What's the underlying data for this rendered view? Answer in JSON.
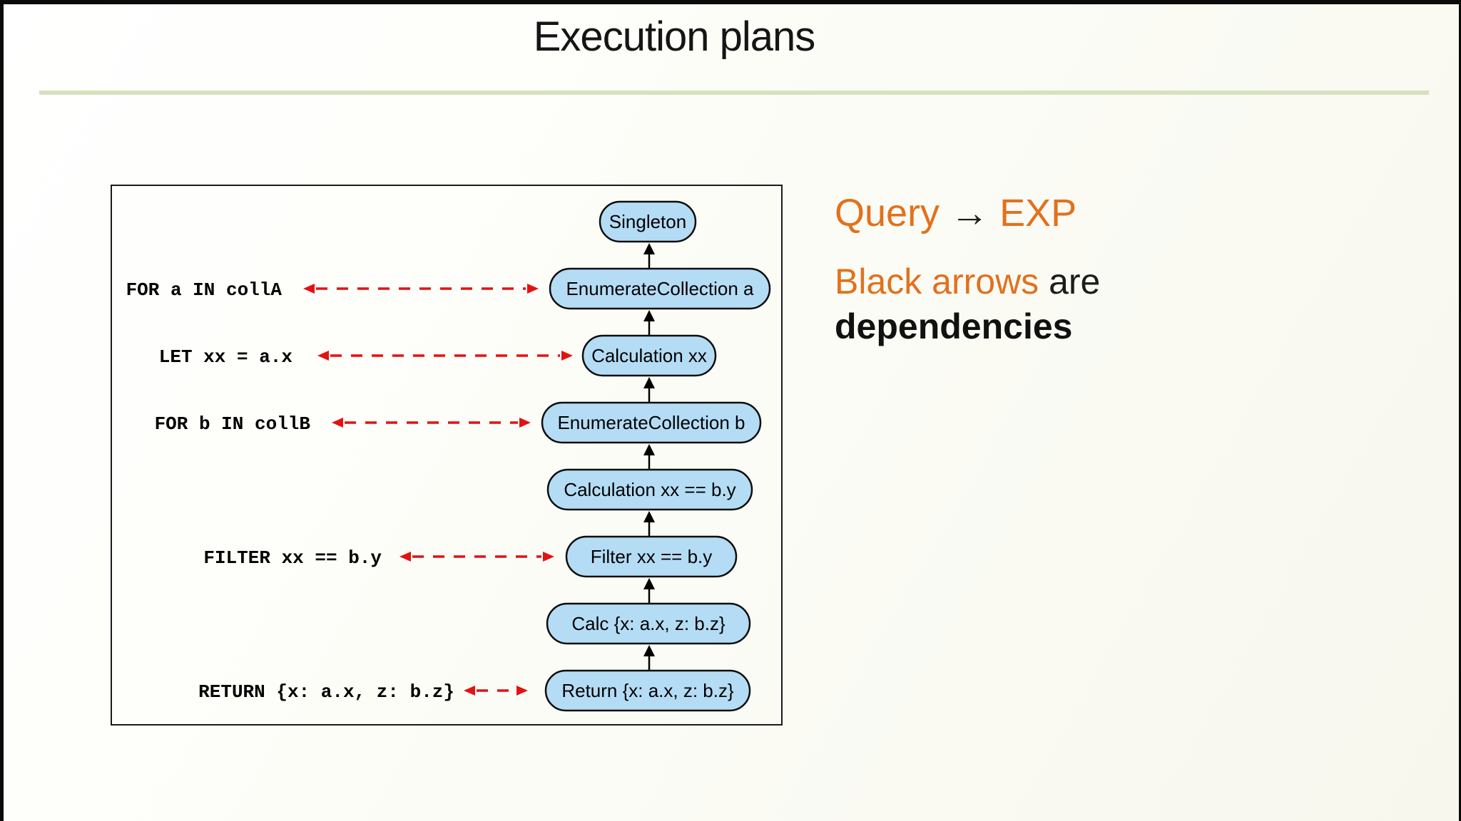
{
  "slide": {
    "title": "Execution plans",
    "background_color": "#fbfbf5",
    "border_color": "#0a0a0a",
    "accent_line_color": "#d6e2bd"
  },
  "annotations": {
    "orange_color": "#e2711d",
    "text_color": "#1c1c1c",
    "line1": {
      "query_word": "Query",
      "arrow": "→",
      "exp_word": "EXP"
    },
    "line2": {
      "orange_part": "Black arrows",
      "dark_part": " are"
    },
    "line3": "dependencies"
  },
  "diagram": {
    "box_border_color": "#1a1a1a",
    "node_fill_color": "#b5dcf5",
    "node_stroke_color": "#0d0d0d",
    "dependency_arrow_color": "#000000",
    "query_link_arrow_color": "#e31212",
    "nodes": [
      {
        "label": "Singleton"
      },
      {
        "label": "EnumerateCollection a"
      },
      {
        "label": "Calculation xx"
      },
      {
        "label": "EnumerateCollection b"
      },
      {
        "label": "Calculation xx == b.y"
      },
      {
        "label": "Filter xx == b.y"
      },
      {
        "label": "Calc {x: a.x, z: b.z}"
      },
      {
        "label": "Return {x: a.x, z: b.z}"
      }
    ],
    "query_lines": [
      {
        "label": "FOR a IN collA",
        "links_to": "EnumerateCollection a"
      },
      {
        "label": "LET xx = a.x",
        "links_to": "Calculation xx"
      },
      {
        "label": "FOR b IN collB",
        "links_to": "EnumerateCollection b"
      },
      {
        "label": "FILTER xx == b.y",
        "links_to": "Filter xx == b.y"
      },
      {
        "label": "RETURN {x: a.x, z: b.z}",
        "links_to": "Return {x: a.x, z: b.z}"
      }
    ]
  }
}
